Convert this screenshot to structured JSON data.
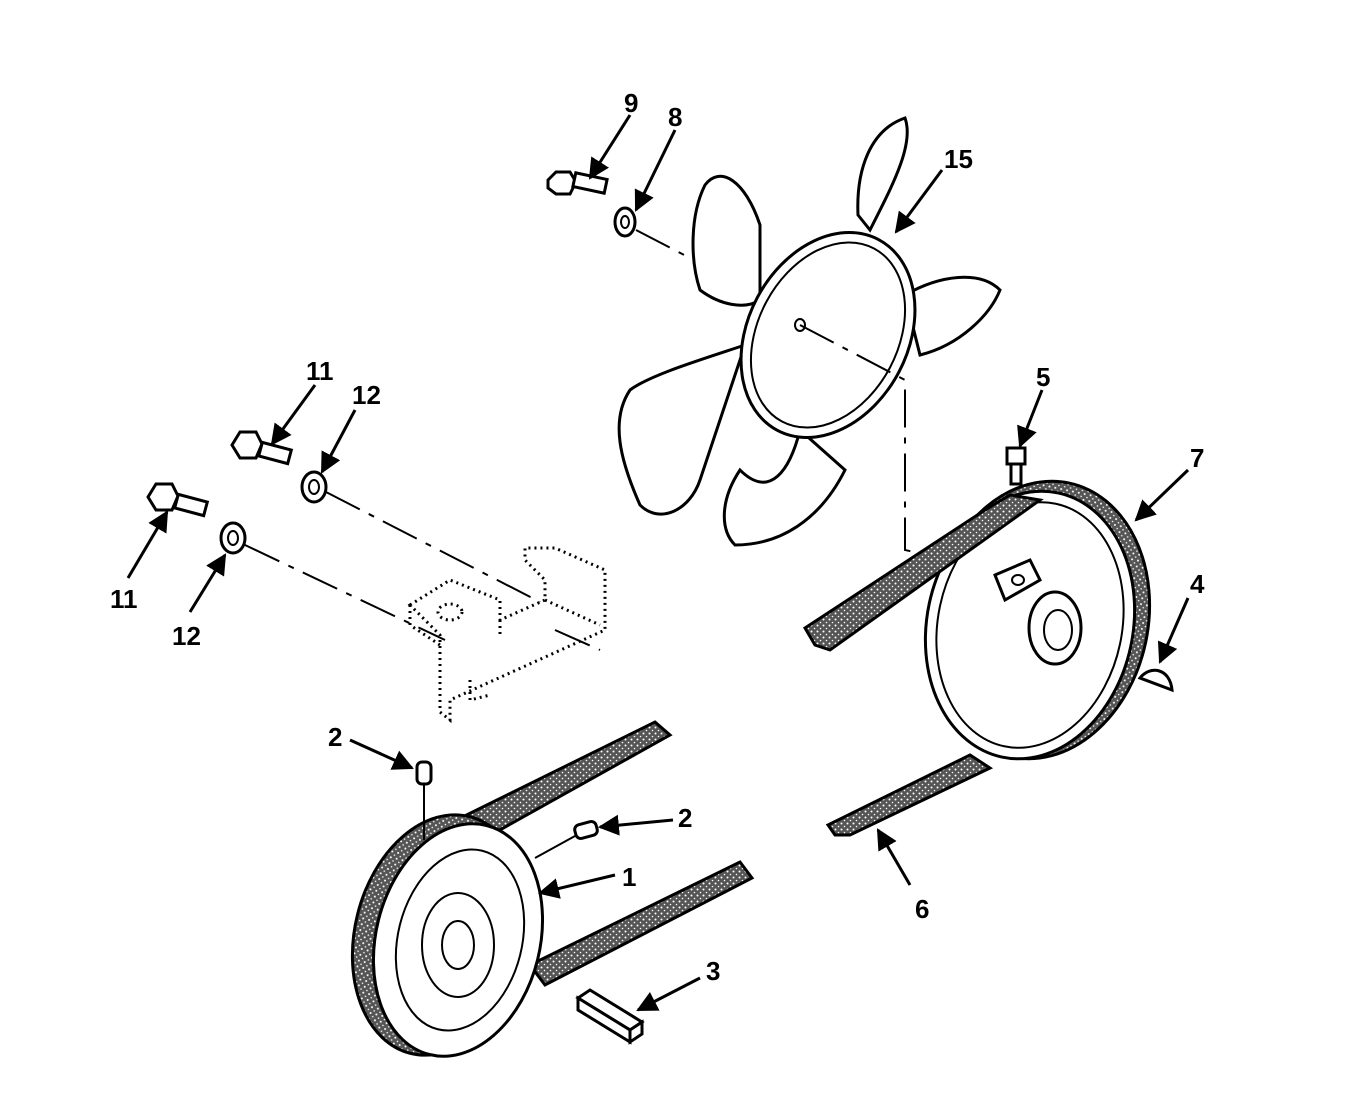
{
  "callouts": {
    "c1": "1",
    "c2a": "2",
    "c2b": "2",
    "c3": "3",
    "c4": "4",
    "c5": "5",
    "c6": "6",
    "c7": "7",
    "c8": "8",
    "c9": "9",
    "c11a": "11",
    "c11b": "11",
    "c12a": "12",
    "c12b": "12",
    "c15": "15"
  }
}
